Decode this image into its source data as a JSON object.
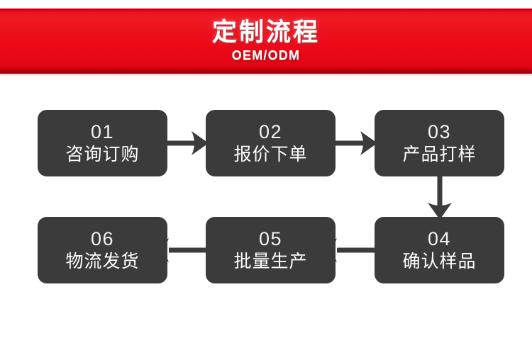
{
  "banner": {
    "title": "定制流程",
    "subtitle": "OEM/ODM",
    "background_color": "#e60012",
    "text_color": "#ffffff"
  },
  "flow": {
    "node_color": "#3b3b3b",
    "node_text_color": "#ffffff",
    "arrow_color": "#3b3b3b",
    "nodes": [
      {
        "number": "01",
        "label": "咨询订购"
      },
      {
        "number": "02",
        "label": "报价下单"
      },
      {
        "number": "03",
        "label": "产品打样"
      },
      {
        "number": "04",
        "label": "确认样品"
      },
      {
        "number": "05",
        "label": "批量生产"
      },
      {
        "number": "06",
        "label": "物流发货"
      }
    ],
    "connectors": [
      {
        "from": "01",
        "to": "02",
        "direction": "right"
      },
      {
        "from": "02",
        "to": "03",
        "direction": "right"
      },
      {
        "from": "03",
        "to": "04",
        "direction": "down"
      },
      {
        "from": "04",
        "to": "05",
        "direction": "left"
      },
      {
        "from": "05",
        "to": "06",
        "direction": "left"
      }
    ]
  }
}
